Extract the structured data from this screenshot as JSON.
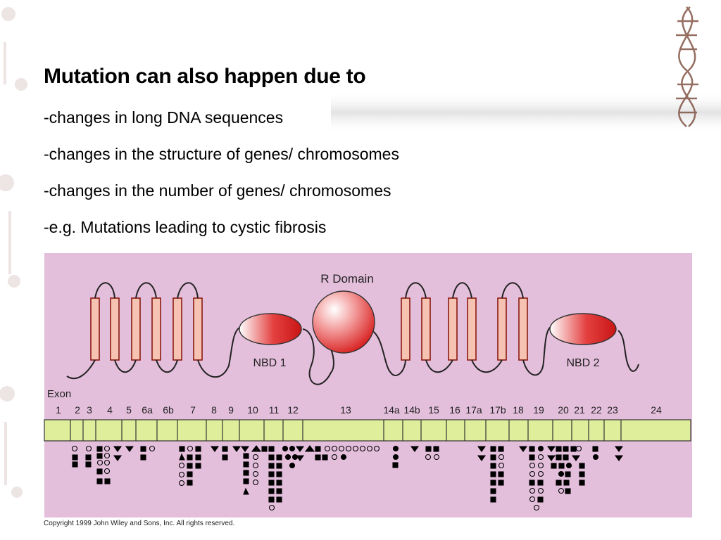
{
  "slide": {
    "title": "Mutation can also happen due to",
    "bullets": [
      "-changes in long DNA sequences",
      "-changes in the structure of genes/ chromosomes",
      "-changes in the number of genes/ chromosomes",
      "-e.g.  Mutations leading to cystic fibrosis"
    ]
  },
  "figure": {
    "r_domain_label": "R Domain",
    "nbd1_label": "NBD 1",
    "nbd2_label": "NBD 2",
    "exon_header": "Exon",
    "exons": [
      "1",
      "2",
      "3",
      "4",
      "5",
      "6a",
      "6b",
      "7",
      "8",
      "9",
      "10",
      "11",
      "12",
      "13",
      "14a",
      "14b",
      "15",
      "16",
      "17a",
      "17b",
      "18",
      "19",
      "20",
      "21",
      "22",
      "23",
      "24"
    ],
    "copyright": "Copyright 1999 John Wiley and Sons, Inc. All rights reserved."
  },
  "colors": {
    "panel_bg": "#e4bfdc",
    "exon_bar": "#dfee9a",
    "helix_fill": "#f6c3b3",
    "helix_stroke": "#8a1a10",
    "domain_red": "#e02a2a"
  }
}
